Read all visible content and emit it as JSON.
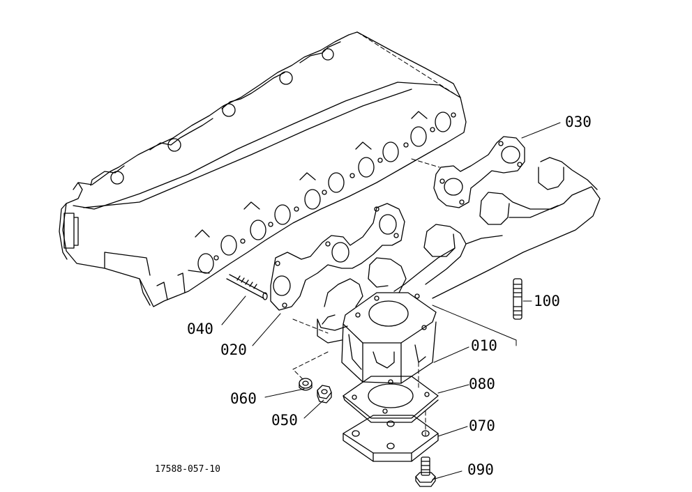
{
  "figure_code": "17588-057-10",
  "callouts": [
    {
      "id": "030",
      "label": "030"
    },
    {
      "id": "100",
      "label": "100"
    },
    {
      "id": "010",
      "label": "010"
    },
    {
      "id": "040",
      "label": "040"
    },
    {
      "id": "020",
      "label": "020"
    },
    {
      "id": "080",
      "label": "080"
    },
    {
      "id": "060",
      "label": "060"
    },
    {
      "id": "050",
      "label": "050"
    },
    {
      "id": "070",
      "label": "070"
    },
    {
      "id": "090",
      "label": "090"
    }
  ]
}
